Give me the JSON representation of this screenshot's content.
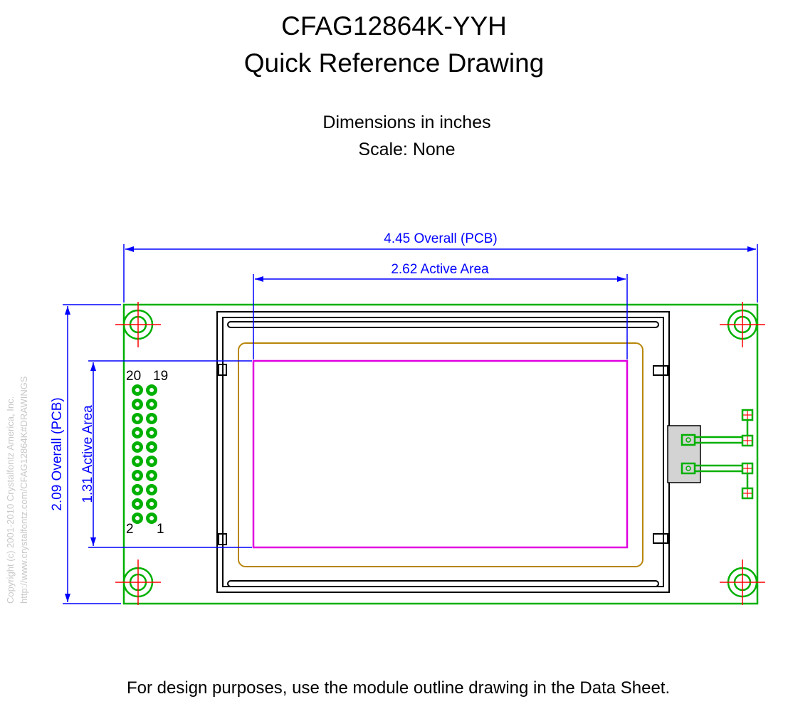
{
  "title": {
    "line1": "CFAG12864K-YYH",
    "line2": "Quick Reference Drawing"
  },
  "subtitle": {
    "units": "Dimensions in inches",
    "scale": "Scale: None"
  },
  "dimensions": {
    "overall_width": "4.45 Overall (PCB)",
    "active_width": "2.62 Active Area",
    "overall_height": "2.09 Overall (PCB)",
    "active_height": "1.31 Active Area"
  },
  "pin_labels": {
    "top_left": "20",
    "top_right": "19",
    "bottom_left": "2",
    "bottom_right": "1"
  },
  "copyright": {
    "line1": "Copyright (c) 2001-2010 Crystalfontz America, Inc.",
    "line2": "http://www.crystalfontz.com/CFAG12864K#DRAWINGS"
  },
  "footer": "For design purposes, use the module outline drawing in the Data Sheet.",
  "colors": {
    "pcb_outline": "#00b000",
    "dimension": "#0000ff",
    "viewing_area": "#b8860b",
    "active_area": "#e000e0",
    "center_marks": "#ff0000",
    "bezel": "#000000"
  },
  "pin_count": 20
}
